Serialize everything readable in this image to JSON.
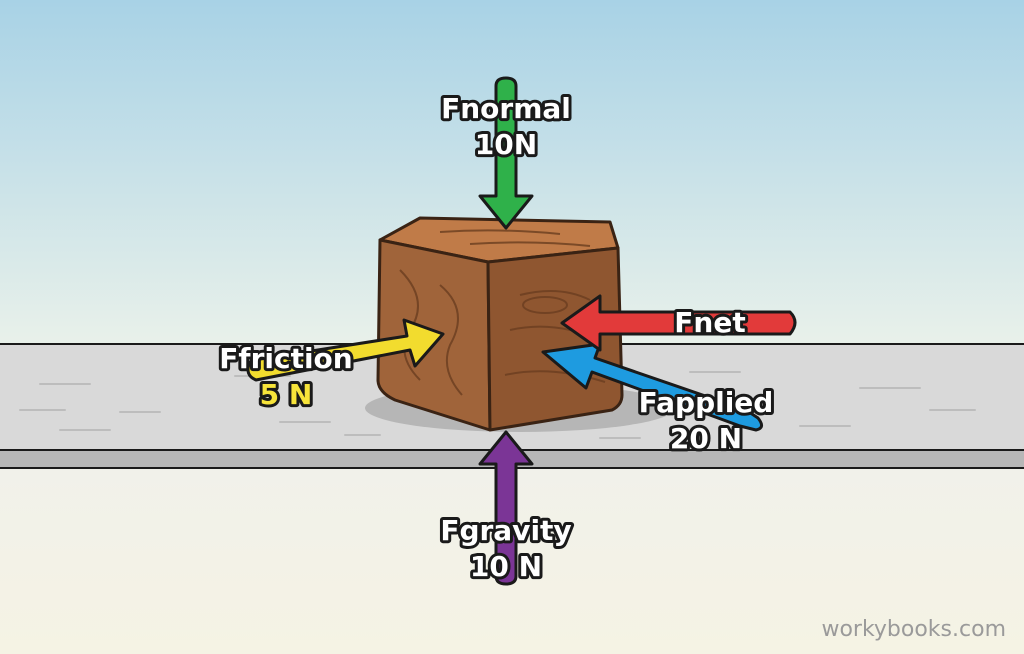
{
  "forces": {
    "normal": {
      "name": "Fnormal",
      "value": "10N"
    },
    "gravity": {
      "name": "Fgravity",
      "value": "10 N"
    },
    "friction": {
      "name": "Ffriction",
      "value": "5 N"
    },
    "applied": {
      "name": "Fapplied",
      "value": "20 N"
    },
    "net": {
      "name": "Fnet"
    }
  },
  "colors": {
    "normal": "#2fb14a",
    "gravity": "#7b3596",
    "friction": "#f2dc2e",
    "applied": "#1e9be0",
    "net": "#e23a3a",
    "block": "#a0643a"
  },
  "watermark": "workybooks.com"
}
